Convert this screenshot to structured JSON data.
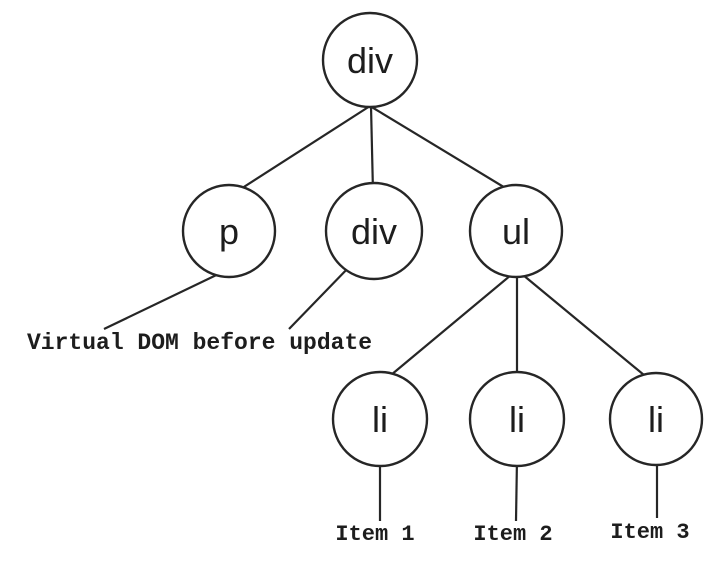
{
  "diagram": {
    "annotation": "Virtual DOM before update",
    "tree": {
      "root": {
        "label": "div"
      },
      "children": [
        {
          "label": "p"
        },
        {
          "label": "div"
        },
        {
          "label": "ul"
        }
      ],
      "list_items": [
        {
          "label": "li",
          "leaf": "Item 1"
        },
        {
          "label": "li",
          "leaf": "Item 2"
        },
        {
          "label": "li",
          "leaf": "Item 3"
        }
      ]
    },
    "colors": {
      "background": "#ffffff",
      "line": "#262626",
      "text": "#1d1d1d"
    }
  }
}
